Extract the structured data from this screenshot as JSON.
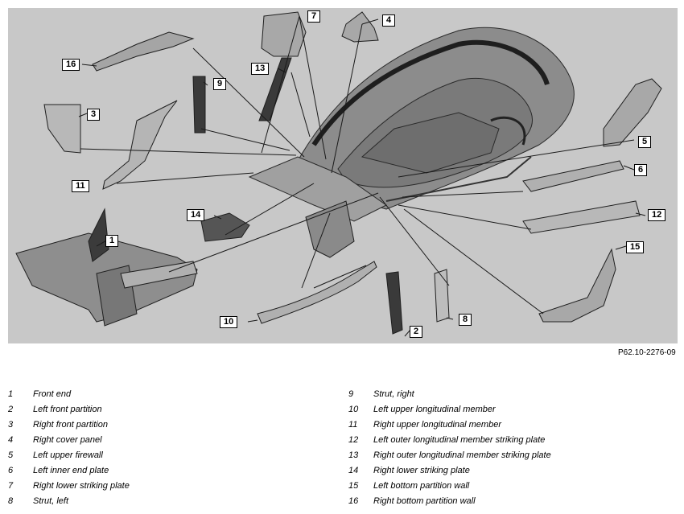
{
  "figure_code": "P62.10-2276-09",
  "callouts": [
    "1",
    "2",
    "3",
    "4",
    "5",
    "6",
    "7",
    "8",
    "9",
    "10",
    "11",
    "12",
    "13",
    "14",
    "15",
    "16"
  ],
  "legend": {
    "left": [
      {
        "num": "1",
        "text": "Front end"
      },
      {
        "num": "2",
        "text": "Left front partition"
      },
      {
        "num": "3",
        "text": "Right front partition"
      },
      {
        "num": "4",
        "text": "Right cover panel"
      },
      {
        "num": "5",
        "text": "Left upper firewall"
      },
      {
        "num": "6",
        "text": "Left inner end plate"
      },
      {
        "num": "7",
        "text": "Right lower striking plate"
      },
      {
        "num": "8",
        "text": "Strut, left"
      }
    ],
    "right": [
      {
        "num": "9",
        "text": "Strut, right"
      },
      {
        "num": "10",
        "text": "Left upper longitudinal member"
      },
      {
        "num": "11",
        "text": "Right upper longitudinal member"
      },
      {
        "num": "12",
        "text": "Left outer longitudinal member striking plate"
      },
      {
        "num": "13",
        "text": "Right outer longitudinal member striking plate"
      },
      {
        "num": "14",
        "text": "Right lower striking plate"
      },
      {
        "num": "15",
        "text": "Left bottom partition wall"
      },
      {
        "num": "16",
        "text": "Right bottom partition wall"
      }
    ]
  }
}
